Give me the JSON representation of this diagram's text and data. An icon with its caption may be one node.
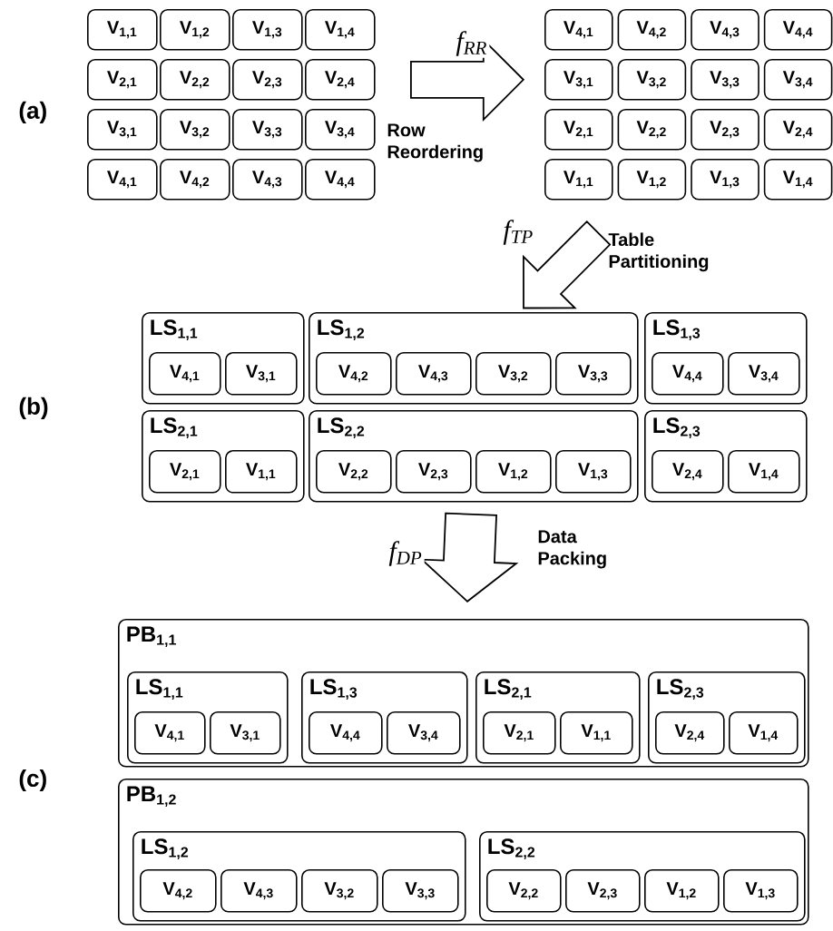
{
  "diagram": {
    "nodes": [
      {
        "text": [
          "V$_{1,1}$"
        ]
      },
      {
        "text": [
          "V$_{1,2}$"
        ]
      },
      {
        "text": [
          "V$_{1,3}$"
        ]
      },
      {
        "text": [
          "V$_{1,4}$"
        ]
      },
      {
        "text": [
          "V$_{2,1}$"
        ]
      },
      {
        "text": [
          "V$_{2,2}$"
        ]
      },
      {
        "text": [
          "V$_{2,3}$"
        ]
      },
      {
        "text": [
          "V$_{2,4}$"
        ]
      },
      {
        "text": [
          "V$_{3,1}$"
        ]
      },
      {
        "text": [
          "V$_{3,2}$"
        ]
      },
      {
        "text": [
          "V$_{3,3}$"
        ]
      },
      {
        "text": [
          "V$_{3,4}$"
        ]
      },
      {
        "text": [
          "V$_{4,1}$"
        ]
      },
      {
        "text": [
          "V$_{4,2}$"
        ]
      },
      {
        "text": [
          "V$_{4,3}$"
        ]
      },
      {
        "text": [
          "V$_{4,4}$"
        ]
      },
      {
        "text": [
          "V$_{4,1}$"
        ]
      },
      {
        "text": [
          "V$_{4,2}$"
        ]
      },
      {
        "text": [
          "V$_{4,3}$"
        ]
      },
      {
        "text": [
          "V$_{4,4}$"
        ]
      },
      {
        "text": [
          "V$_{3,1}$"
        ]
      },
      {
        "text": [
          "V$_{3,2}$"
        ]
      },
      {
        "text": [
          "V$_{3,3}$"
        ]
      },
      {
        "text": [
          "V$_{3,4}$"
        ]
      },
      {
        "text": [
          "V$_{2,1}$"
        ]
      },
      {
        "text": [
          "V$_{2,2}$"
        ]
      },
      {
        "text": [
          "V$_{2,3}$"
        ]
      },
      {
        "text": [
          "V$_{2,4}$"
        ]
      },
      {
        "text": [
          "V$_{1,1}$"
        ]
      },
      {
        "text": [
          "V$_{1,2}$"
        ]
      },
      {
        "text": [
          "V$_{1,3}$"
        ]
      },
      {
        "text": [
          "V$_{1,4}$"
        ]
      },
      {
        "text": [
          "LS$_{1,1}$"
        ]
      },
      {
        "text": [
          "V$_{4,1}$"
        ],
        "in": 32
      },
      {
        "text": [
          "V$_{3,1}$"
        ],
        "in": 32
      },
      {
        "text": [
          "LS$_{1,2}$"
        ]
      },
      {
        "text": [
          "V$_{4,2}$"
        ],
        "in": 35
      },
      {
        "text": [
          "V$_{4,3}$"
        ],
        "in": 35
      },
      {
        "text": [
          "V$_{3,2}$"
        ],
        "in": 35
      },
      {
        "text": [
          "V$_{3,3}$"
        ],
        "in": 35
      },
      {
        "text": [
          "LS$_{1,3}$"
        ]
      },
      {
        "text": [
          "V$_{4,4}$"
        ],
        "in": 40
      },
      {
        "text": [
          "V$_{3,4}$"
        ],
        "in": 40
      },
      {
        "text": [
          "LS$_{2,1}$"
        ]
      },
      {
        "text": [
          "V$_{2,1}$"
        ],
        "in": 43
      },
      {
        "text": [
          "V$_{1,1}$"
        ],
        "in": 43
      },
      {
        "text": [
          "LS$_{2,2}$"
        ]
      },
      {
        "text": [
          "V$_{2,2}$"
        ],
        "in": 46
      },
      {
        "text": [
          "V$_{2,3}$"
        ],
        "in": 46
      },
      {
        "text": [
          "V$_{1,2}$"
        ],
        "in": 46
      },
      {
        "text": [
          "V$_{1,3}$"
        ],
        "in": 46
      },
      {
        "text": [
          "LS$_{2,3}$"
        ]
      },
      {
        "text": [
          "V$_{2,4}$"
        ],
        "in": 51
      },
      {
        "text": [
          "V$_{1,4}$"
        ],
        "in": 51
      },
      {
        "text": [
          "PB$_{1,1}$"
        ]
      },
      {
        "text": [
          "LS$_{1,1}$"
        ],
        "in": 54
      },
      {
        "text": [
          "V$_{4,1}$"
        ],
        "in": 55
      },
      {
        "text": [
          "V$_{3,1}$"
        ],
        "in": 55
      },
      {
        "text": [
          "LS$_{1,3}$"
        ],
        "in": 54
      },
      {
        "text": [
          "V$_{4,4}$"
        ],
        "in": 58
      },
      {
        "text": [
          "V$_{3,4}$"
        ],
        "in": 58
      },
      {
        "text": [
          "LS$_{2,1}$"
        ],
        "in": 54
      },
      {
        "text": [
          "V$_{2,1}$"
        ],
        "in": 61
      },
      {
        "text": [
          "V$_{1,1}$"
        ],
        "in": 61
      },
      {
        "text": [
          "LS$_{2,3}$"
        ],
        "in": 54
      },
      {
        "text": [
          "V$_{2,4}$"
        ],
        "in": 64
      },
      {
        "text": [
          "V$_{1,4}$"
        ],
        "in": 64
      },
      {
        "text": [
          "PB$_{1,2}$"
        ]
      },
      {
        "text": [
          "LS$_{1,2}$"
        ],
        "in": 67
      },
      {
        "text": [
          "V$_{4,2}$"
        ],
        "in": 68
      },
      {
        "text": [
          "V$_{4,3}$"
        ],
        "in": 68
      },
      {
        "text": [
          "V$_{3,2}$"
        ],
        "in": 68
      },
      {
        "text": [
          "V$_{3,3}$"
        ],
        "in": 68
      },
      {
        "text": [
          "LS$_{2,2}$"
        ],
        "in": 67
      },
      {
        "text": [
          "V$_{2,2}$"
        ],
        "in": 73
      },
      {
        "text": [
          "V$_{2,3}$"
        ],
        "in": 73
      },
      {
        "text": [
          "V$_{1,2}$"
        ],
        "in": 73
      },
      {
        "text": [
          "V$_{1,3}$"
        ],
        "in": 73
      }
    ],
    "edges": [
      {
        "from": 7,
        "to": 20,
        "arrow": "to",
        "label": "f$_{RR}$"
      },
      {
        "from": 29,
        "to": 35,
        "arrow": "to",
        "label": "f$_{TP}$"
      },
      {
        "from": 46,
        "to": 54,
        "arrow": "to",
        "label": "f$_{DP}$"
      }
    ],
    "labels": [
      "(a)",
      "Row Reordering",
      "Table Partitioning",
      "(b)",
      "Data Packing",
      "(c)"
    ]
  }
}
